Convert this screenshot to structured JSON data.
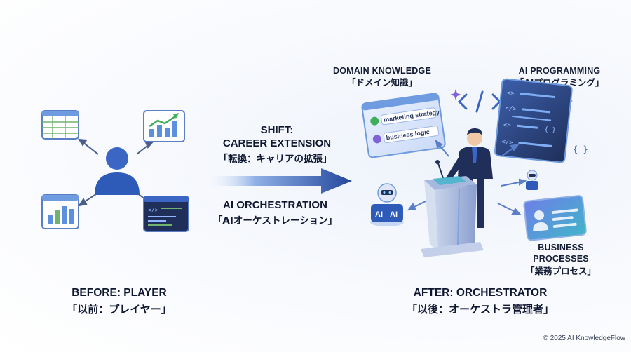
{
  "left": {
    "title": "BEFORE: PLAYER",
    "subtitle": "「以前：プレイヤー」"
  },
  "center": {
    "shift_title_line1": "SHIFT:",
    "shift_title_line2": "CAREER EXTENSION",
    "shift_subtitle": "「転換：キャリアの拡張」",
    "orch_title": "AI ORCHESTRATION",
    "orch_subtitle": "「AIオーケストレーション」"
  },
  "right": {
    "title": "AFTER: ORCHESTRATOR",
    "subtitle": "「以後：オーケストラ管理者」",
    "domain_title": "DOMAIN KNOWLEDGE",
    "domain_subtitle": "「ドメイン知識」",
    "ai_prog_title": "AI PROGRAMMING",
    "ai_prog_subtitle": "「AIプログラミング」",
    "business_title_line1": "BUSINESS",
    "business_title_line2": "PROCESSES",
    "business_subtitle": "「業務プロセス」",
    "panel_item_1": "marketing strategy",
    "panel_item_2": "business logic",
    "robot_label": "AI"
  },
  "footer": {
    "copyright": "© 2025 AI KnowledgeFlow"
  },
  "colors": {
    "primary_blue": "#2f5bb8",
    "light_blue": "#6f9be0",
    "purple": "#7f63d6",
    "green": "#3fae5a",
    "dark_screen": "#1f2f5a"
  },
  "icons": [
    "spreadsheet-icon",
    "growth-chart-icon",
    "bar-chart-icon",
    "code-window-icon",
    "person-icon",
    "code-brackets-icon",
    "robot-icon",
    "business-person-icon",
    "podium-icon"
  ]
}
